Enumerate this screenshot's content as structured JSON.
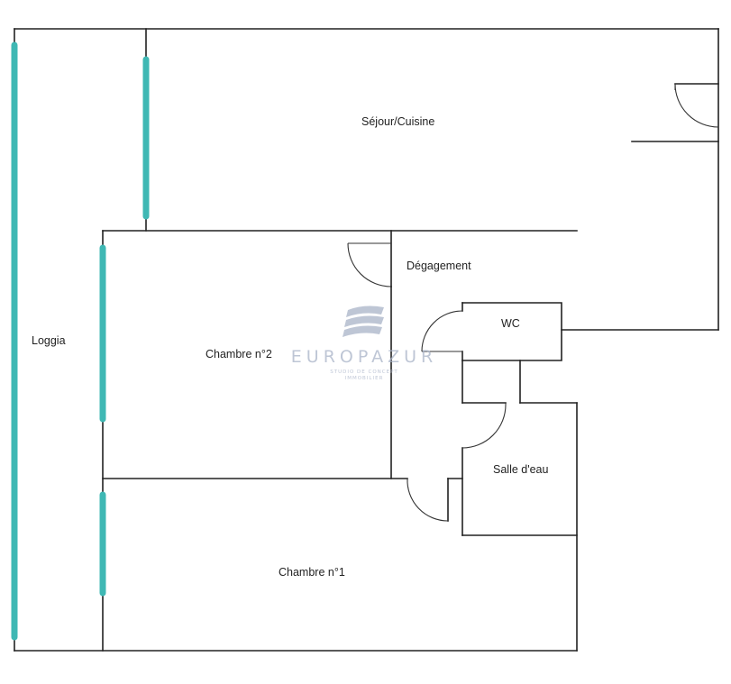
{
  "rooms": {
    "sejour": "Séjour/Cuisine",
    "degagement": "Dégagement",
    "wc": "WC",
    "chambre2": "Chambre n°2",
    "loggia": "Loggia",
    "salle_eau": "Salle d'eau",
    "chambre1": "Chambre n°1"
  },
  "watermark": {
    "brand": "EUROPAZUR",
    "tagline_1": "STUDIO DE CONCEPT",
    "tagline_2": "IMMOBILIER"
  },
  "colors": {
    "walls": "#222222",
    "windows": "#3fb8b4",
    "watermark": "#a9b3c8",
    "background": "#ffffff"
  }
}
